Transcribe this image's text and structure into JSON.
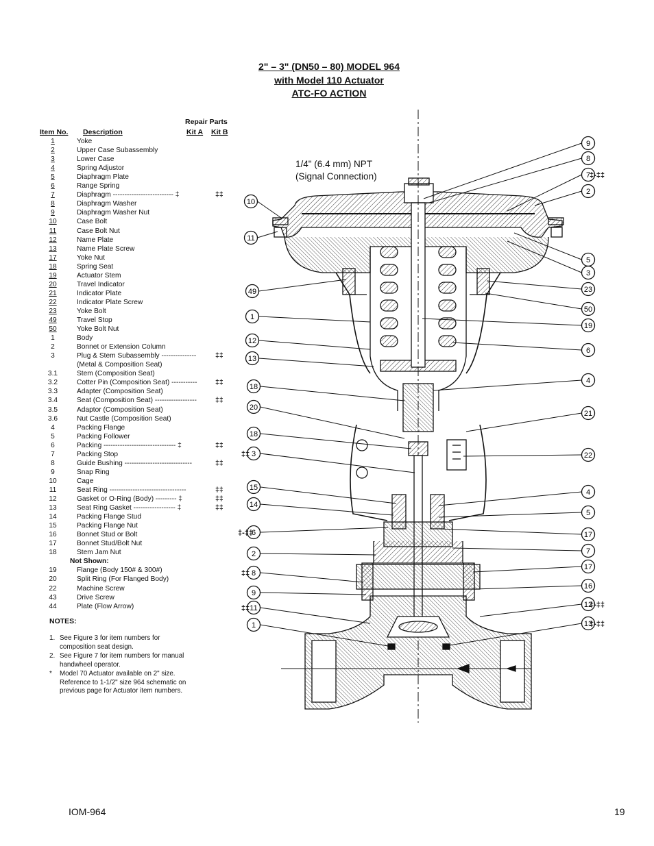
{
  "title": {
    "line1": "2\" – 3\" (DN50 – 80)  MODEL 964",
    "line2": "with Model 110 Actuator",
    "line3": "ATC-FO ACTION"
  },
  "parts_table": {
    "repair_parts_label": "Repair Parts",
    "col_item": "Item No.",
    "col_description": "Description",
    "col_kit_a": "Kit A",
    "col_kit_b": "Kit B",
    "actuator_rows": [
      {
        "no": "1",
        "desc": "Yoke"
      },
      {
        "no": "2",
        "desc": "Upper Case Subassembly"
      },
      {
        "no": "3",
        "desc": "Lower Case"
      },
      {
        "no": "4",
        "desc": "Spring Adjustor"
      },
      {
        "no": "5",
        "desc": "Diaphragm Plate"
      },
      {
        "no": "6",
        "desc": "Range Spring"
      },
      {
        "no": "7",
        "desc": "Diaphragm -------------------------- ‡",
        "kitb": "‡‡"
      },
      {
        "no": "8",
        "desc": "Diaphragm Washer"
      },
      {
        "no": "9",
        "desc": "Diaphragm Washer Nut"
      },
      {
        "no": "10",
        "desc": "Case Bolt"
      },
      {
        "no": "11",
        "desc": "Case Bolt Nut"
      },
      {
        "no": "12",
        "desc": "Name Plate"
      },
      {
        "no": "13",
        "desc": "Name Plate Screw"
      },
      {
        "no": "17",
        "desc": "Yoke Nut"
      },
      {
        "no": "18",
        "desc": "Spring Seat"
      },
      {
        "no": "19",
        "desc": "Actuator Stem"
      },
      {
        "no": "20",
        "desc": "Travel Indicator"
      },
      {
        "no": "21",
        "desc": "Indicator Plate"
      },
      {
        "no": "22",
        "desc": "Indicator Plate Screw"
      },
      {
        "no": "23",
        "desc": "Yoke Bolt"
      },
      {
        "no": "49",
        "desc": "Travel Stop"
      },
      {
        "no": "50",
        "desc": "Yoke Bolt Nut"
      }
    ],
    "body_rows": [
      {
        "no": "1",
        "desc": "Body"
      },
      {
        "no": "2",
        "desc": "Bonnet or Extension Column"
      },
      {
        "no": "3",
        "desc": "Plug & Stem Subassembly --------------- ",
        "kitb": "‡‡"
      },
      {
        "no": "",
        "desc": "(Metal & Composition Seat)"
      },
      {
        "no": "3.1",
        "desc": "Stem (Composition Seat)"
      },
      {
        "no": "3.2",
        "desc": "Cotter Pin (Composition Seat) ----------- ",
        "kitb": "‡‡"
      },
      {
        "no": "3.3",
        "desc": "Adapter (Composition Seat)"
      },
      {
        "no": "3.4",
        "desc": "Seat (Composition Seat) ------------------ ",
        "kitb": "‡‡"
      },
      {
        "no": "3.5",
        "desc": "Adaptor (Composition Seat)"
      },
      {
        "no": "3.6",
        "desc": "Nut Castle (Composition Seat)"
      },
      {
        "no": "4",
        "desc": "Packing Flange"
      },
      {
        "no": "5",
        "desc": "Packing Follower"
      },
      {
        "no": "6",
        "desc": "Packing ------------------------------- ‡",
        "kitb": "‡‡"
      },
      {
        "no": "7",
        "desc": "Packing Stop"
      },
      {
        "no": "8",
        "desc": "Guide Bushing ----------------------------- ",
        "kitb": "‡‡"
      },
      {
        "no": "9",
        "desc": "Snap Ring"
      },
      {
        "no": "10",
        "desc": "Cage"
      },
      {
        "no": "11",
        "desc": "Seat Ring --------------------------------- ",
        "kitb": "‡‡"
      },
      {
        "no": "12",
        "desc": "Gasket or O-Ring (Body) --------- ‡",
        "kitb": "‡‡"
      },
      {
        "no": "13",
        "desc": "Seat Ring Gasket ------------------ ‡",
        "kitb": "‡‡"
      },
      {
        "no": "14",
        "desc": "Packing Flange Stud"
      },
      {
        "no": "15",
        "desc": "Packing Flange Nut"
      },
      {
        "no": "16",
        "desc": "Bonnet Stud or Bolt"
      },
      {
        "no": "17",
        "desc": "Bonnet Stud/Bolt Nut"
      },
      {
        "no": "18",
        "desc": "Stem Jam Nut"
      }
    ],
    "not_shown_label": "Not Shown:",
    "not_shown_rows": [
      {
        "no": "19",
        "desc": "Flange (Body 150# & 300#)"
      },
      {
        "no": "20",
        "desc": "Split Ring (For Flanged Body)"
      },
      {
        "no": "22",
        "desc": "Machine Screw"
      },
      {
        "no": "43",
        "desc": "Drive Screw"
      },
      {
        "no": "44",
        "desc": "Plate (Flow Arrow)"
      }
    ]
  },
  "notes": {
    "heading": "NOTES:",
    "items": [
      {
        "n": "1.",
        "text": "See Figure 3 for item numbers for composition seat design."
      },
      {
        "n": "2.",
        "text": "See Figure 7 for item numbers for manual handwheel operator."
      },
      {
        "n": "*",
        "text": "Model 70 Actuator available on 2\" size.  Reference to 1-1/2\" size 964 schematic on previous page for Actuator item numbers."
      }
    ]
  },
  "diagram": {
    "npt_label_1": "1/4\" (6.4 mm) NPT",
    "npt_label_2": "(Signal Connection)",
    "callouts_left": [
      {
        "id": "10",
        "prefix": ""
      },
      {
        "id": "11",
        "prefix": ""
      },
      {
        "id": "49",
        "prefix": ""
      },
      {
        "id": "1",
        "prefix": ""
      },
      {
        "id": "12",
        "prefix": ""
      },
      {
        "id": "13",
        "prefix": ""
      },
      {
        "id": "18",
        "prefix": ""
      },
      {
        "id": "20",
        "prefix": ""
      },
      {
        "id": "18",
        "prefix": ""
      },
      {
        "id": "3",
        "prefix": "‡‡"
      },
      {
        "id": "15",
        "prefix": ""
      },
      {
        "id": "14",
        "prefix": ""
      },
      {
        "id": "6",
        "prefix": "‡-‡‡"
      },
      {
        "id": "2",
        "prefix": ""
      },
      {
        "id": "8",
        "prefix": "‡‡"
      },
      {
        "id": "9",
        "prefix": ""
      },
      {
        "id": "11",
        "prefix": "‡‡"
      },
      {
        "id": "1",
        "prefix": ""
      }
    ],
    "callouts_right": [
      {
        "id": "9",
        "suffix": ""
      },
      {
        "id": "8",
        "suffix": ""
      },
      {
        "id": "7",
        "suffix": "‡-‡‡"
      },
      {
        "id": "2",
        "suffix": ""
      },
      {
        "id": "5",
        "suffix": ""
      },
      {
        "id": "3",
        "suffix": ""
      },
      {
        "id": "23",
        "suffix": ""
      },
      {
        "id": "50",
        "suffix": ""
      },
      {
        "id": "19",
        "suffix": ""
      },
      {
        "id": "6",
        "suffix": ""
      },
      {
        "id": "4",
        "suffix": ""
      },
      {
        "id": "21",
        "suffix": ""
      },
      {
        "id": "22",
        "suffix": ""
      },
      {
        "id": "4",
        "suffix": ""
      },
      {
        "id": "5",
        "suffix": ""
      },
      {
        "id": "17",
        "suffix": ""
      },
      {
        "id": "7",
        "suffix": ""
      },
      {
        "id": "17",
        "suffix": ""
      },
      {
        "id": "16",
        "suffix": ""
      },
      {
        "id": "12",
        "suffix": "‡-‡‡"
      },
      {
        "id": "13",
        "suffix": "‡-‡‡"
      }
    ]
  },
  "footer": {
    "doc_id": "IOM-964",
    "page": "19"
  }
}
